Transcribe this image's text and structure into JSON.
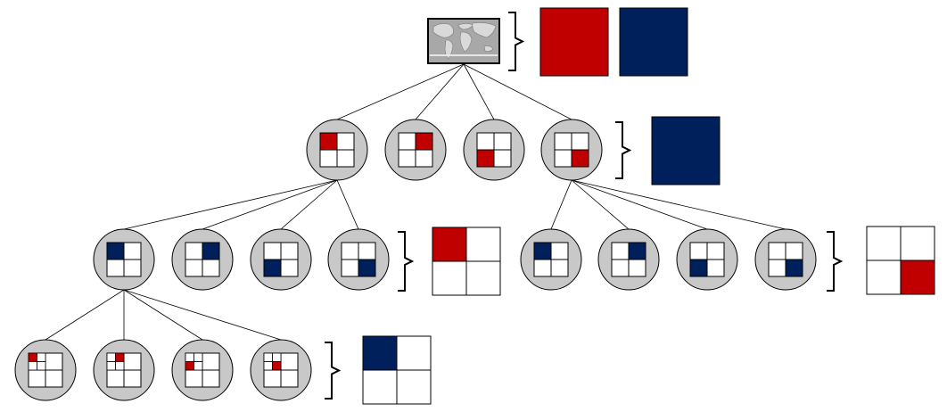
{
  "colors": {
    "red": "#c00000",
    "navy": "#00205b",
    "node_fill": "#c8c8c8",
    "line": "#000000",
    "cell_fill": "#ffffff",
    "map_fill": "#a8a8a8"
  },
  "root": {
    "icon": "world-map-thumbnail"
  },
  "legends": [
    {
      "name": "root",
      "type": "swatches",
      "colors": [
        "red",
        "navy"
      ]
    },
    {
      "name": "level1",
      "type": "swatches",
      "colors": [
        "navy"
      ]
    },
    {
      "name": "level2-left",
      "type": "grid",
      "highlight_quadrant": "top-left",
      "color": "red"
    },
    {
      "name": "level2-right",
      "type": "grid",
      "highlight_quadrant": "bottom-right",
      "color": "red"
    },
    {
      "name": "level3",
      "type": "grid",
      "highlight_quadrant": "top-left",
      "color": "navy"
    }
  ],
  "levels": [
    {
      "name": "level1",
      "nodes": [
        {
          "highlight": "top-left",
          "color": "red"
        },
        {
          "highlight": "top-right",
          "color": "red"
        },
        {
          "highlight": "bottom-left",
          "color": "red"
        },
        {
          "highlight": "bottom-right",
          "color": "red"
        }
      ]
    },
    {
      "name": "level2-left",
      "nodes": [
        {
          "highlight": "top-left",
          "color": "navy"
        },
        {
          "highlight": "top-right",
          "color": "navy"
        },
        {
          "highlight": "bottom-left",
          "color": "navy"
        },
        {
          "highlight": "bottom-right",
          "color": "navy"
        }
      ]
    },
    {
      "name": "level2-right",
      "nodes": [
        {
          "highlight": "top-left",
          "color": "navy"
        },
        {
          "highlight": "top-right",
          "color": "navy"
        },
        {
          "highlight": "bottom-left",
          "color": "navy"
        },
        {
          "highlight": "bottom-right",
          "color": "navy"
        }
      ]
    },
    {
      "name": "level3",
      "nodes": [
        {
          "highlight": "top-left",
          "color": "red"
        },
        {
          "highlight": "top-right",
          "color": "red"
        },
        {
          "highlight": "bottom-left",
          "color": "red"
        },
        {
          "highlight": "bottom-right",
          "color": "red"
        }
      ]
    }
  ]
}
